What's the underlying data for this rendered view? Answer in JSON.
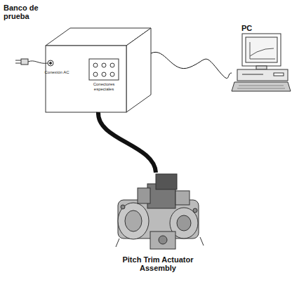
{
  "diagram": {
    "nodes": [
      {
        "text": [
          "Banco de prueba"
        ]
      },
      {
        "text": [
          "PC"
        ]
      },
      {
        "text": [
          "Pitch Trim Actuator Assembly"
        ]
      }
    ],
    "edges": [
      {
        "from": 0,
        "to": 1,
        "arrow": "none"
      },
      {
        "from": 0,
        "to": 2,
        "arrow": "none"
      }
    ],
    "labels": [
      "Conexión AC",
      "Conectores especiales"
    ]
  }
}
